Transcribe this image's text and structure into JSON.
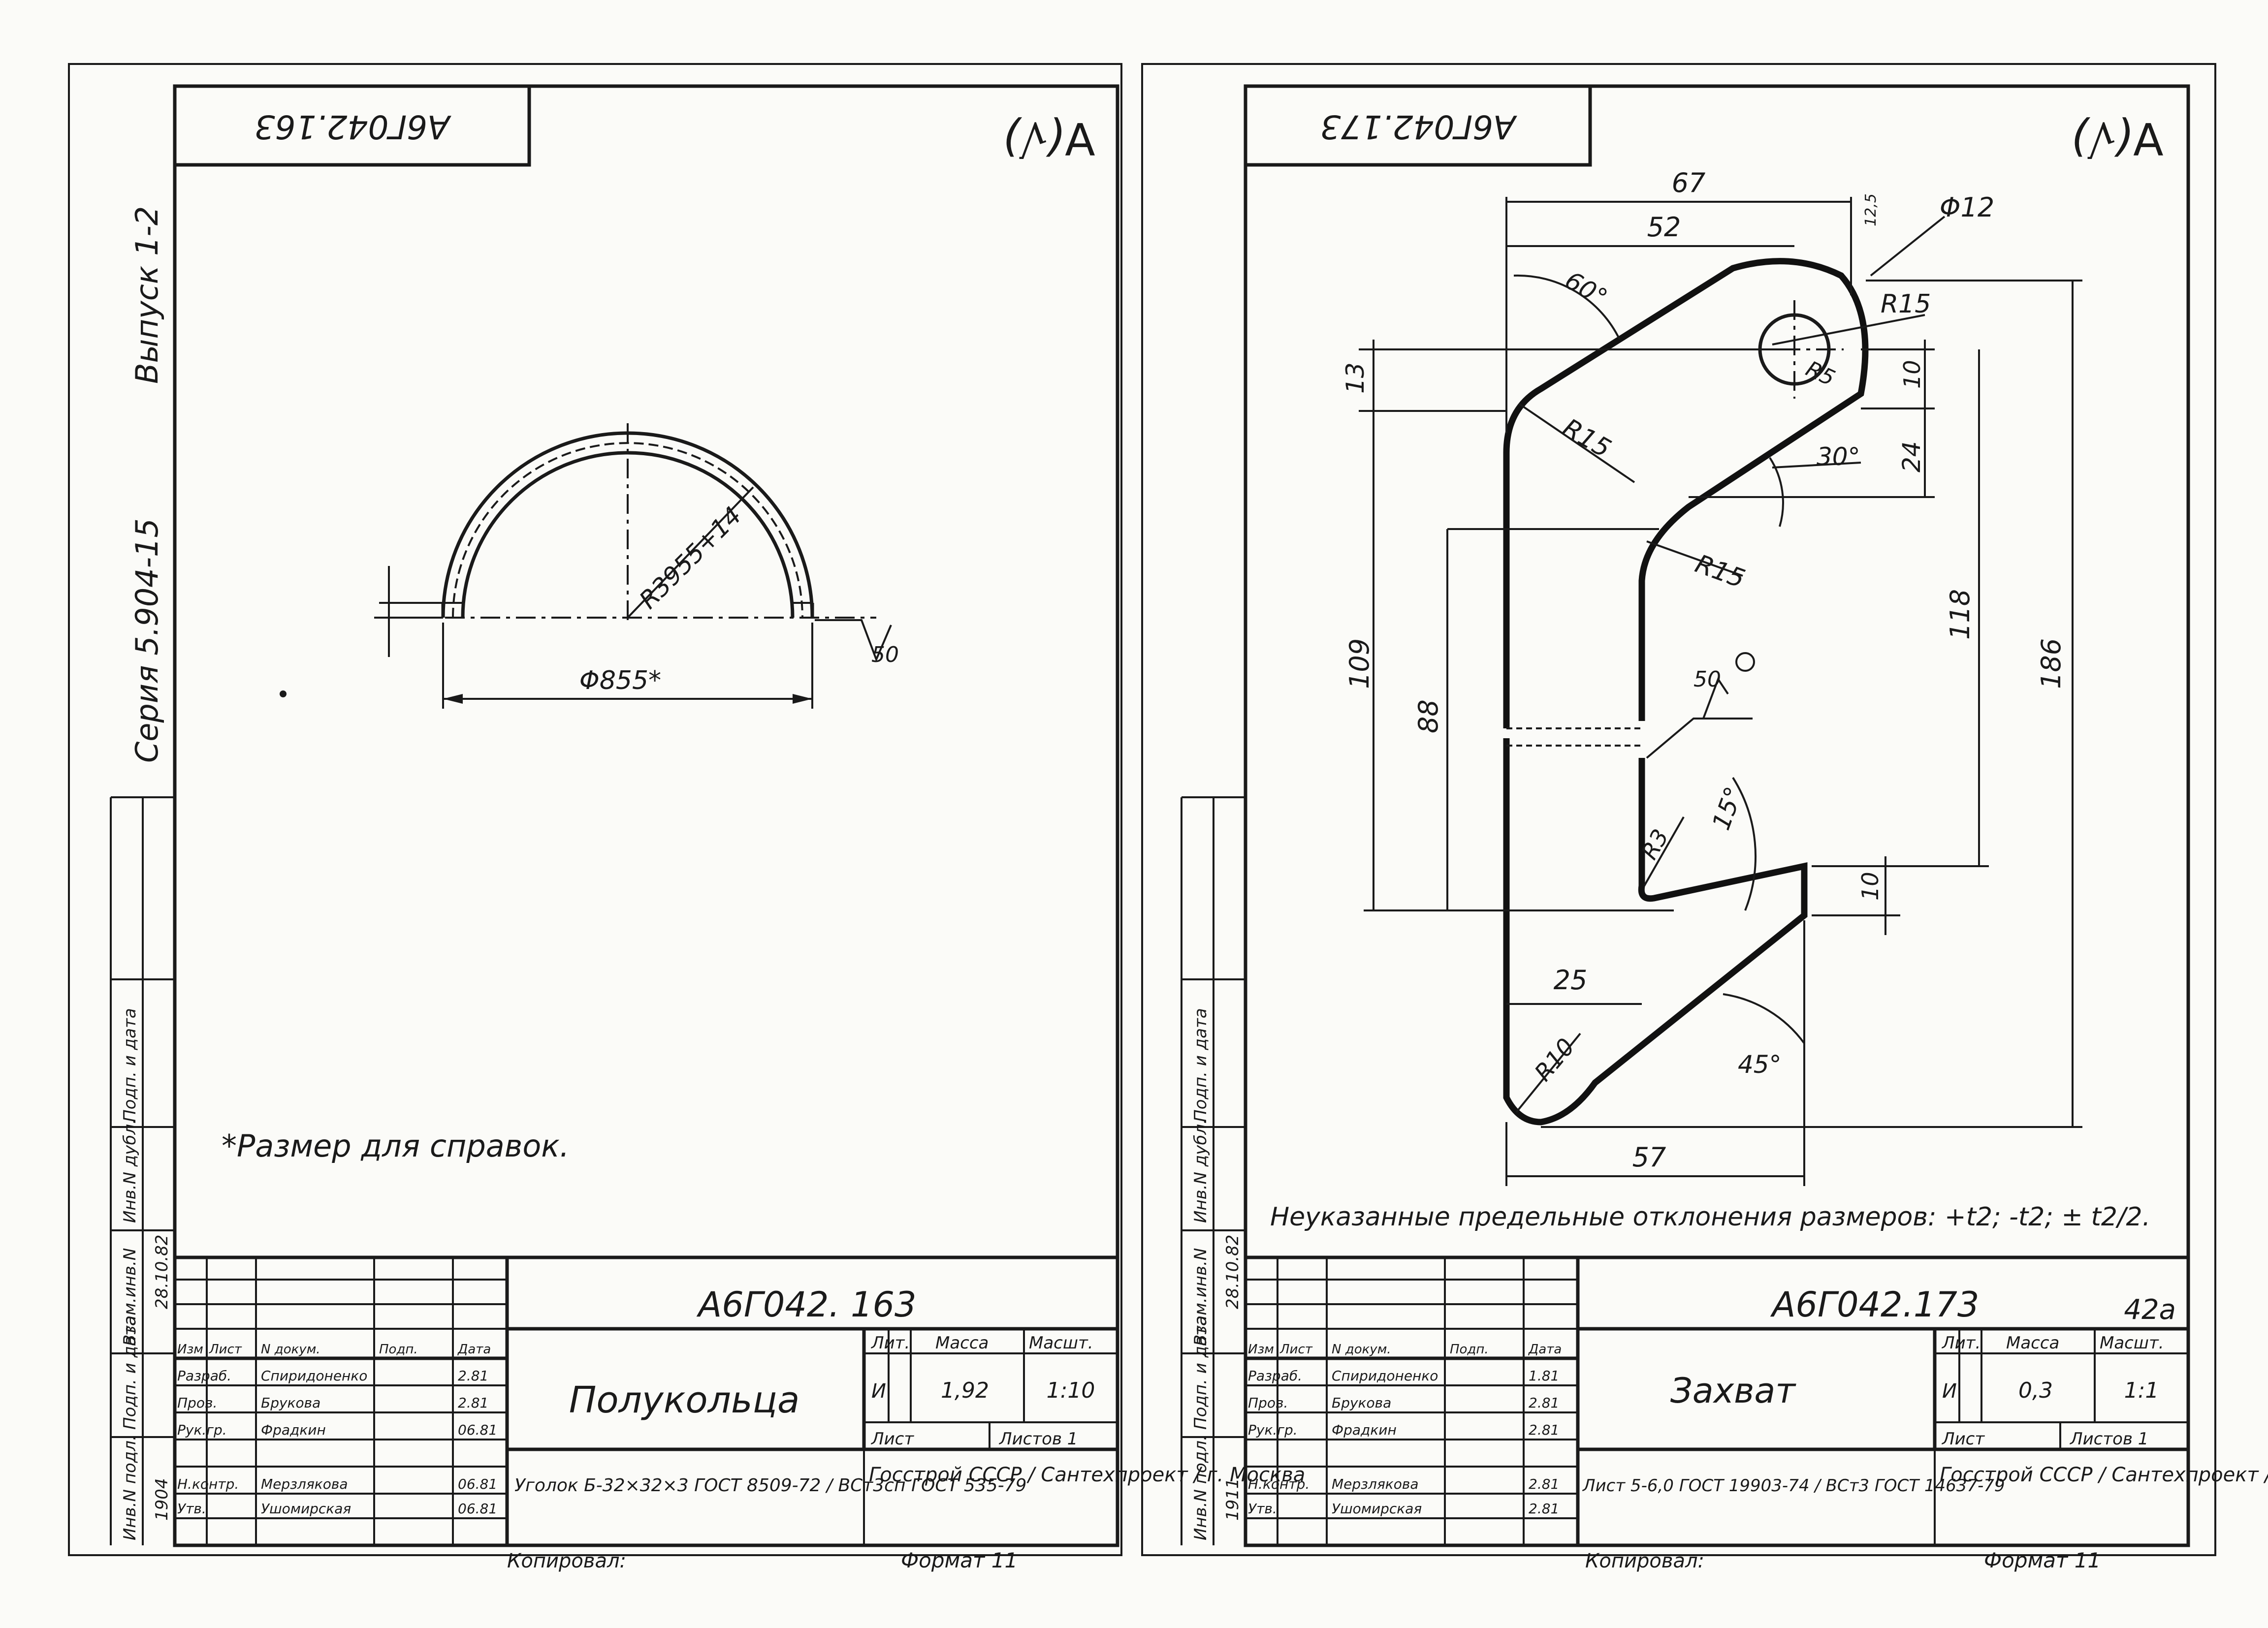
{
  "left_sheet": {
    "code_stamp": "А6Г042.163",
    "roughness_mark": "∀(√)",
    "series_title": "Серия 5.904-15",
    "issue": "Выпуск 1-2",
    "side_stamp": [
      "Инв.N подл.",
      "Подп. и дата",
      "Взам.инв.N",
      "Инв.N дубл.",
      "Подп. и дата"
    ],
    "side_values": [
      "1904",
      "28.10.82"
    ],
    "dim_radius": "R3955+14",
    "dim_diameter": "Φ855*",
    "roughness_value": "50",
    "note": "*Размер для справок.",
    "title_block": {
      "code": "А6Г042. 163",
      "name": "Полукольца",
      "lit": "И",
      "mass": "1,92",
      "scale": "1:10",
      "header_lit": "Лит.",
      "header_mass": "Масса",
      "header_scale": "Масшт.",
      "sheet": "Лист",
      "sheets": "Листов 1",
      "material": "Уголок Б-32×32×3 ГОСТ 8509-72 / ВСт3сп ГОСТ 535-79",
      "org": "Госстрой СССР / Сантехпроект / г. Москва",
      "rows": [
        [
          "Изм",
          "Лист",
          "N докум.",
          "Подп.",
          "Дата"
        ],
        [
          "Разраб.",
          "Спиридоненко",
          "",
          "2.81"
        ],
        [
          "Пров.",
          "Брукова",
          "",
          "2.81"
        ],
        [
          "Рук.гр.",
          "Фрадкин",
          "",
          "06.81"
        ],
        [
          "Н.контр.",
          "Мерзлякова",
          "",
          "06.81"
        ],
        [
          "Утв.",
          "Ушомирская",
          "",
          "06.81"
        ]
      ]
    },
    "copied": "Копировал:",
    "format": "Формат 11"
  },
  "right_sheet": {
    "code_stamp": "А6Г042.173",
    "roughness_mark": "∀(√)",
    "side_values": [
      "1911",
      "28.10.82"
    ],
    "dims": {
      "d67": "67",
      "d52": "52",
      "d12": "Φ12",
      "d12b": "12,5",
      "r15a": "R15",
      "r5": "R5",
      "r15b": "R15",
      "r15c": "R15",
      "a60": "60°",
      "a30": "30°",
      "a50": "50",
      "a15": "15°",
      "a45": "45°",
      "d13": "13",
      "d10a": "10",
      "d24": "24",
      "d109": "109",
      "d88": "88",
      "d118": "118",
      "d186": "186",
      "d10b": "10",
      "d25": "25",
      "r3": "R3",
      "r10": "R10",
      "d57": "57"
    },
    "note": "Неуказанные предельные отклонения размеров: +t2; -t2; ± t2/2.",
    "title_block": {
      "code": "А6Г042.173",
      "page_no": "42а",
      "name": "Захват",
      "lit": "И",
      "mass": "0,3",
      "scale": "1:1",
      "header_lit": "Лит.",
      "header_mass": "Масса",
      "header_scale": "Масшт.",
      "sheet": "Лист",
      "sheets": "Листов 1",
      "material": "Лист 5-6,0 ГОСТ 19903-74 / ВСт3 ГОСТ 14637-79",
      "org": "Госстрой СССР / Сантехпроект / г. Москва",
      "rows": [
        [
          "Изм",
          "Лист",
          "N докум.",
          "Подп.",
          "Дата"
        ],
        [
          "Разраб.",
          "Спиридоненко",
          "",
          "1.81"
        ],
        [
          "Пров.",
          "Брукова",
          "",
          "2.81"
        ],
        [
          "Рук.гр.",
          "Фрадкин",
          "",
          "2.81"
        ],
        [
          "Н.контр.",
          "Мерзлякова",
          "",
          "2.81"
        ],
        [
          "Утв.",
          "Ушомирская",
          "",
          "2.81"
        ]
      ]
    },
    "copied": "Копировал:",
    "format": "Формат 11"
  }
}
